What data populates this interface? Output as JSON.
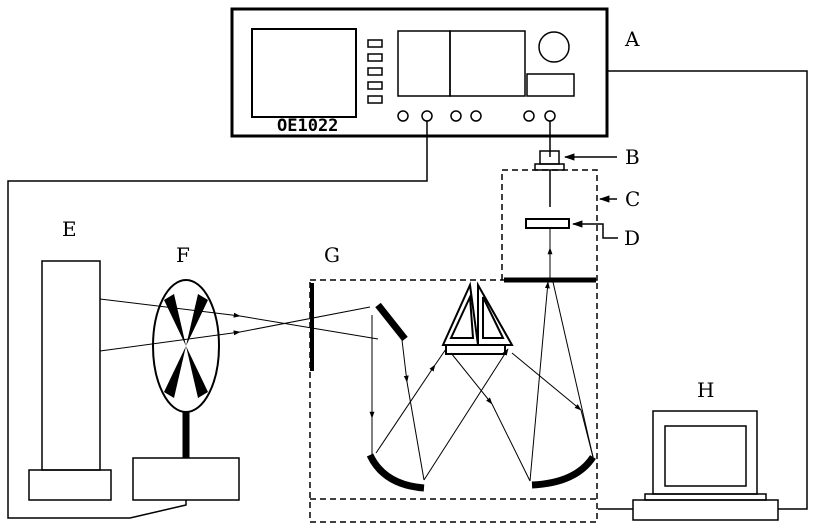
{
  "diagram": {
    "labels": {
      "A": "A",
      "B": "B",
      "C": "C",
      "D": "D",
      "E": "E",
      "F": "F",
      "G": "G",
      "H": "H"
    },
    "instrument_model": "OE1022"
  },
  "colors": {
    "ink": "#000000",
    "background": "#ffffff"
  }
}
